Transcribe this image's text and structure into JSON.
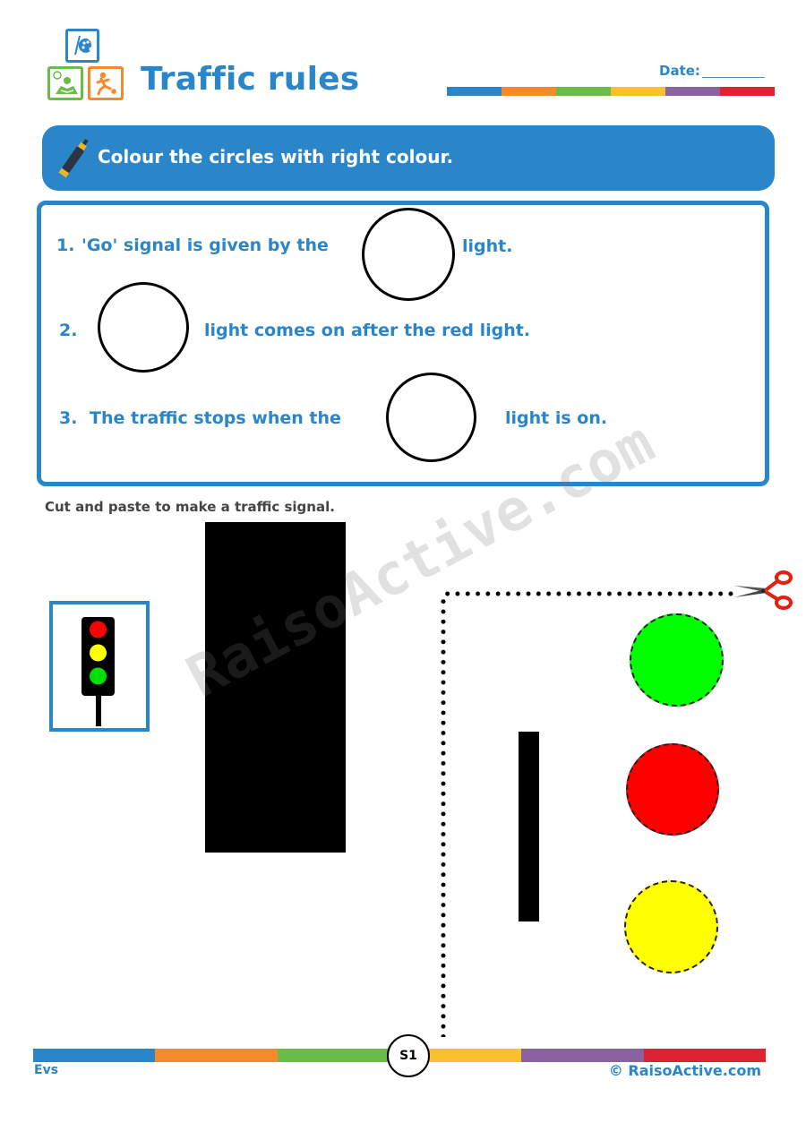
{
  "header": {
    "title": "Traffic rules",
    "date_label": "Date:",
    "date_value": "",
    "icons": [
      "palette-icon",
      "reading-child-icon",
      "playing-child-icon"
    ],
    "rainbow_colors": [
      "#2a86c8",
      "#f5892b",
      "#6abb47",
      "#fbc02d",
      "#8a62a0",
      "#dc2333"
    ]
  },
  "instruction": {
    "icon": "marker-icon",
    "text": "Colour the circles with right colour."
  },
  "questions": [
    {
      "number": "1.",
      "before": "'Go' signal is given by the",
      "after": "light."
    },
    {
      "number": "2.",
      "before": "",
      "after": "light comes on after the red light."
    },
    {
      "number": "3.",
      "before": "The traffic stops when the",
      "after": "light is on."
    }
  ],
  "cut_section": {
    "instruction": "Cut and paste to make a traffic signal.",
    "reference_lights": [
      "#ff0000",
      "#ffff00",
      "#00e000"
    ],
    "cutout_circles": [
      {
        "color": "green",
        "hex": "#00ff00"
      },
      {
        "color": "red",
        "hex": "#ff0000"
      },
      {
        "color": "yellow",
        "hex": "#ffff00"
      }
    ],
    "scissors_icon": "scissors-icon"
  },
  "watermark": "RaisoActive.com",
  "footer": {
    "subject": "Evs",
    "page": "S1",
    "copyright": "© RaisoActive.com",
    "rainbow_colors": [
      "#2a86c8",
      "#f5892b",
      "#6abb47",
      "#fbc02d",
      "#8a62a0",
      "#dc2333"
    ]
  }
}
